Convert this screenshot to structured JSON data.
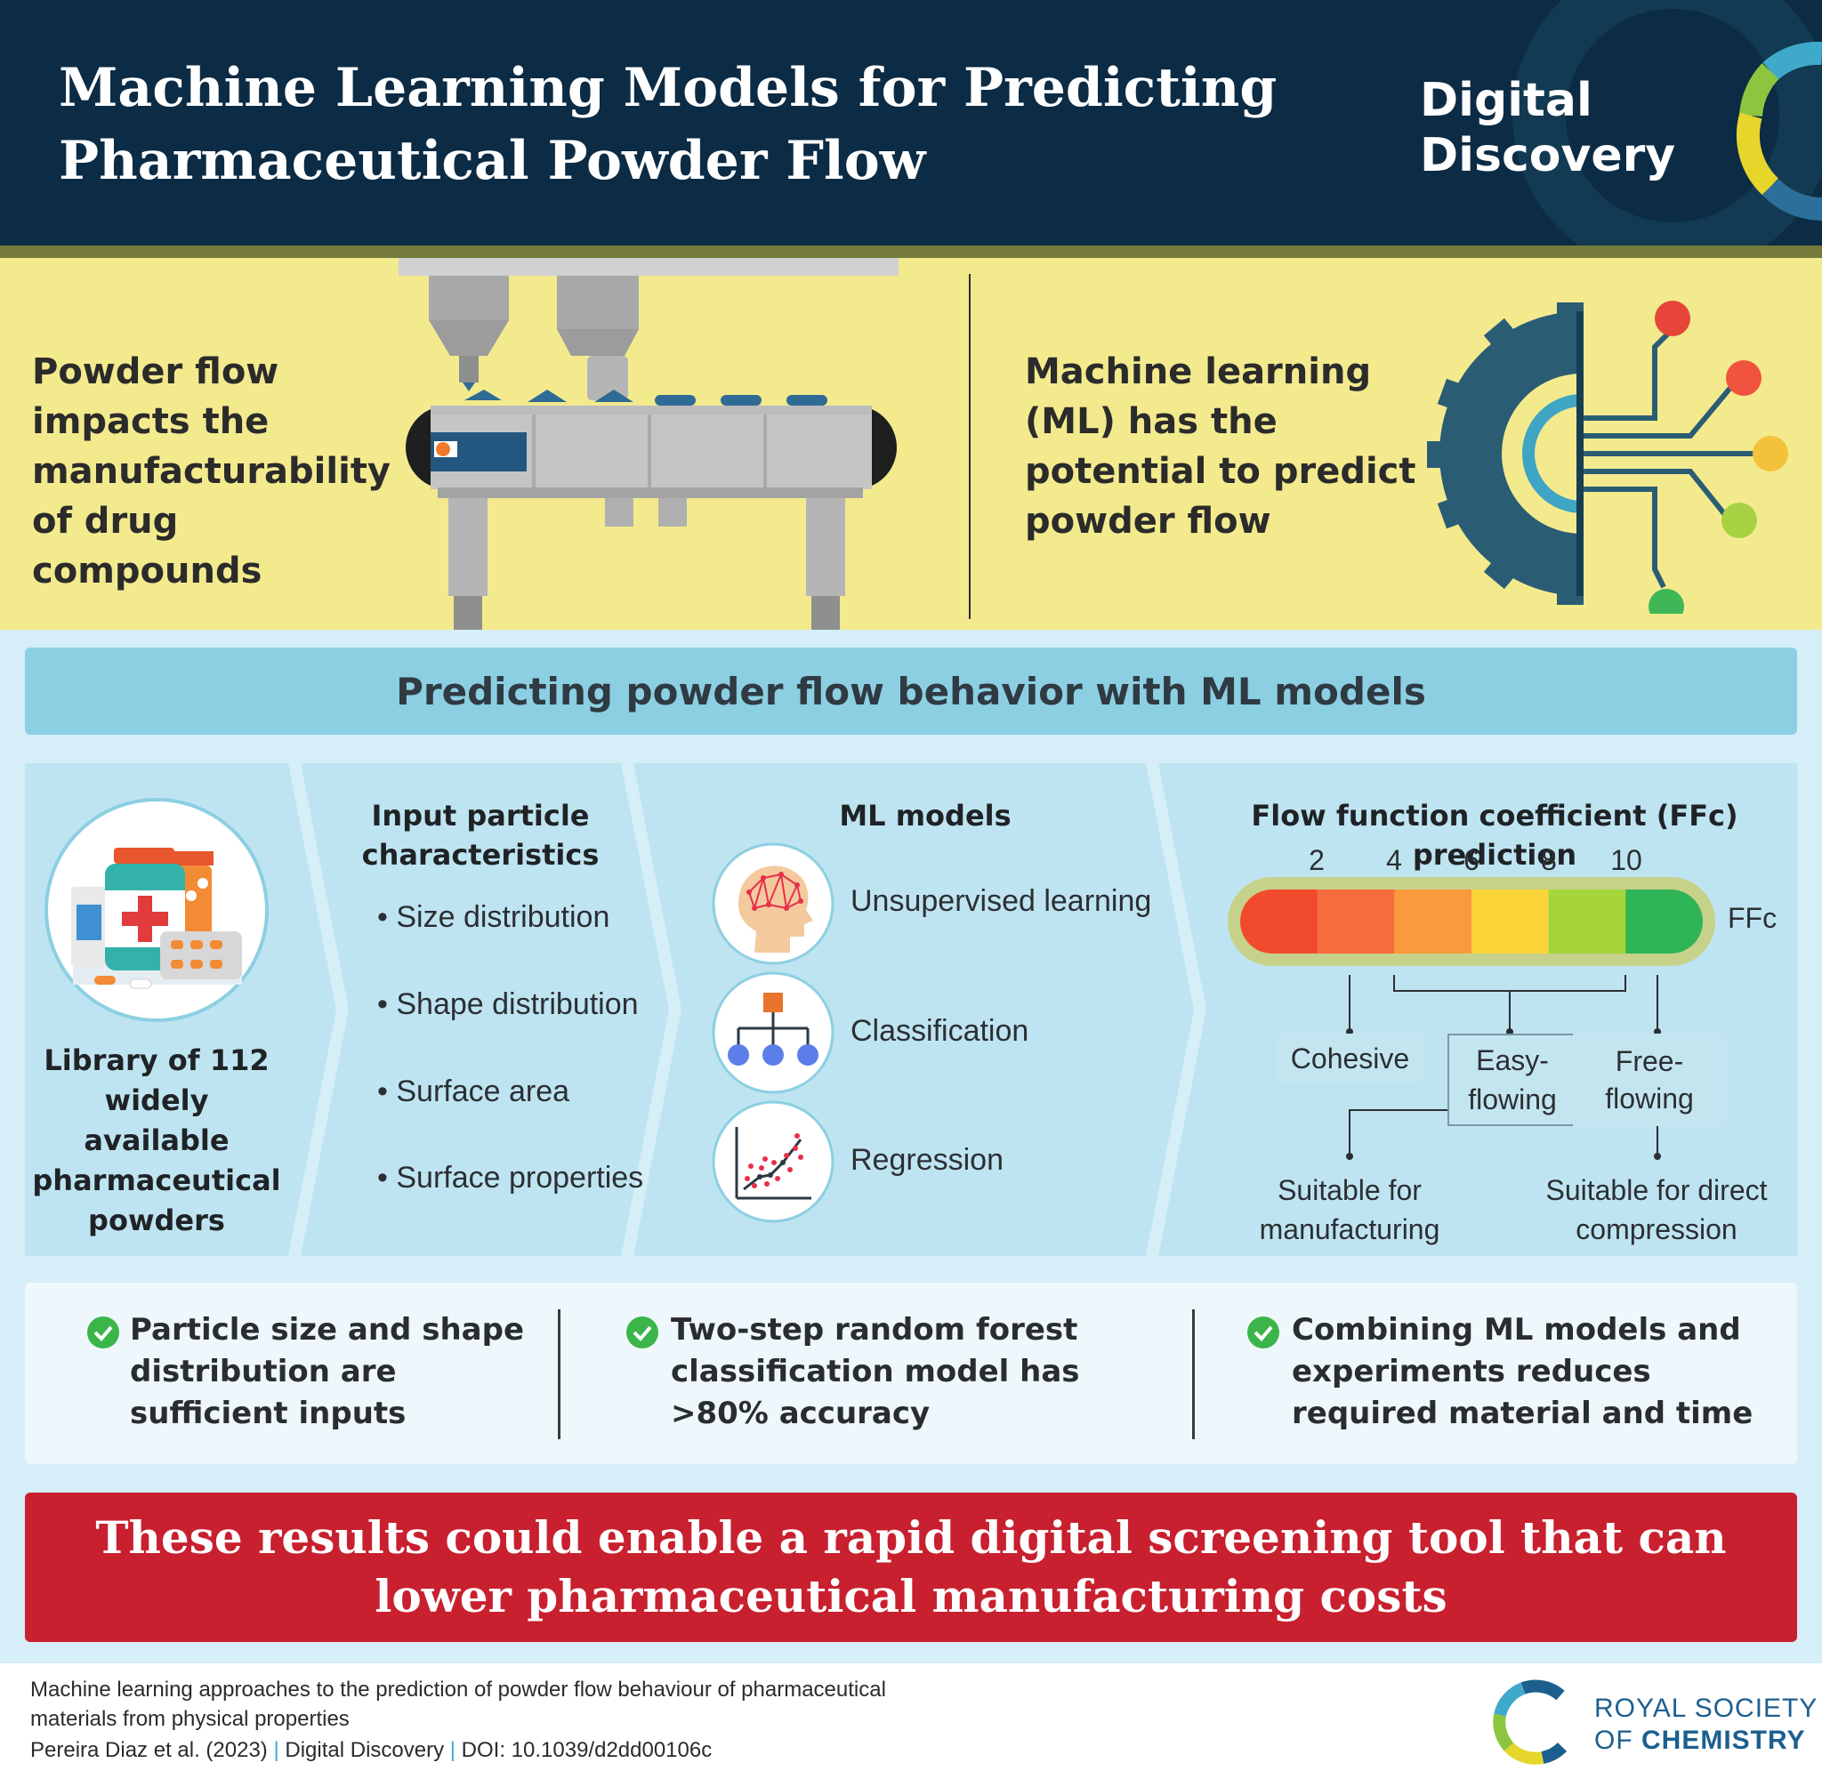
{
  "header": {
    "title_line1": "Machine Learning Models for Predicting",
    "title_line2": "Pharmaceutical Powder Flow",
    "journal_line1": "Digital",
    "journal_line2": "Discovery"
  },
  "intro": {
    "left_text": "Powder flow impacts the manufacturability of drug compounds",
    "right_text": "Machine learning (ML) has the potential to predict powder flow"
  },
  "section": {
    "title": "Predicting powder flow behavior with ML models"
  },
  "library": {
    "label": "Library of 112 widely available pharmaceutical powders"
  },
  "inputs": {
    "title": "Input particle characteristics",
    "items": [
      "Size distribution",
      "Shape distribution",
      "Surface area",
      "Surface properties"
    ]
  },
  "ml_models": {
    "title": "ML models",
    "items": [
      "Unsupervised learning",
      "Classification",
      "Regression"
    ]
  },
  "ffc": {
    "title": "Flow function coefficient (FFc) prediction",
    "ticks": [
      "2",
      "4",
      "6",
      "8",
      "10"
    ],
    "scale_label": "FFc",
    "scale_colors": [
      "#f24a2c",
      "#f86d3e",
      "#fb9a3c",
      "#fbd43a",
      "#a6d43b",
      "#2fb457"
    ],
    "categories": [
      "Cohesive",
      "Easy-\nflowing",
      "Free-\nflowing"
    ],
    "cat_easy_1": "Easy-",
    "cat_easy_2": "flowing",
    "cat_free_1": "Free-",
    "cat_free_2": "flowing",
    "suit_left_1": "Suitable for",
    "suit_left_2": "manufacturing",
    "suit_right_1": "Suitable for direct",
    "suit_right_2": "compression"
  },
  "findings": [
    {
      "text": "Particle size and shape distribution are sufficient inputs"
    },
    {
      "text": "Two-step random forest classification model has >80% accuracy"
    },
    {
      "text": "Combining ML models and experiments reduces required material and time"
    }
  ],
  "conclusion": {
    "text": "These results could enable a rapid digital screening tool that can lower pharmaceutical manufacturing costs"
  },
  "footer": {
    "paper_title_1": "Machine learning approaches to the prediction of powder flow behaviour of pharmaceutical",
    "paper_title_2": "materials from physical properties",
    "authors": "Pereira Diaz et al. (2023)",
    "journal": "Digital Discovery",
    "doi": "DOI: 10.1039/d2dd00106c",
    "separator": "|",
    "publisher_1": "ROYAL SOCIETY",
    "publisher_2_prefix": "OF ",
    "publisher_2_bold": "CHEMISTRY"
  },
  "colors": {
    "header_bg": "#0c2b44",
    "intro_bg": "#f3ea8e",
    "blue_bg": "#d5eef7",
    "banner": "#8ccfe2",
    "conclusion_bg": "#c8202f",
    "check_green": "#3bb54a"
  },
  "icons": [
    "digital-discovery-logo",
    "conveyor-machine-illustration",
    "gear-circuit-icon",
    "medicine-bottles-icon",
    "brain-network-icon",
    "hierarchy-tree-icon",
    "scatter-regression-icon",
    "check-icon",
    "rsc-logo"
  ]
}
